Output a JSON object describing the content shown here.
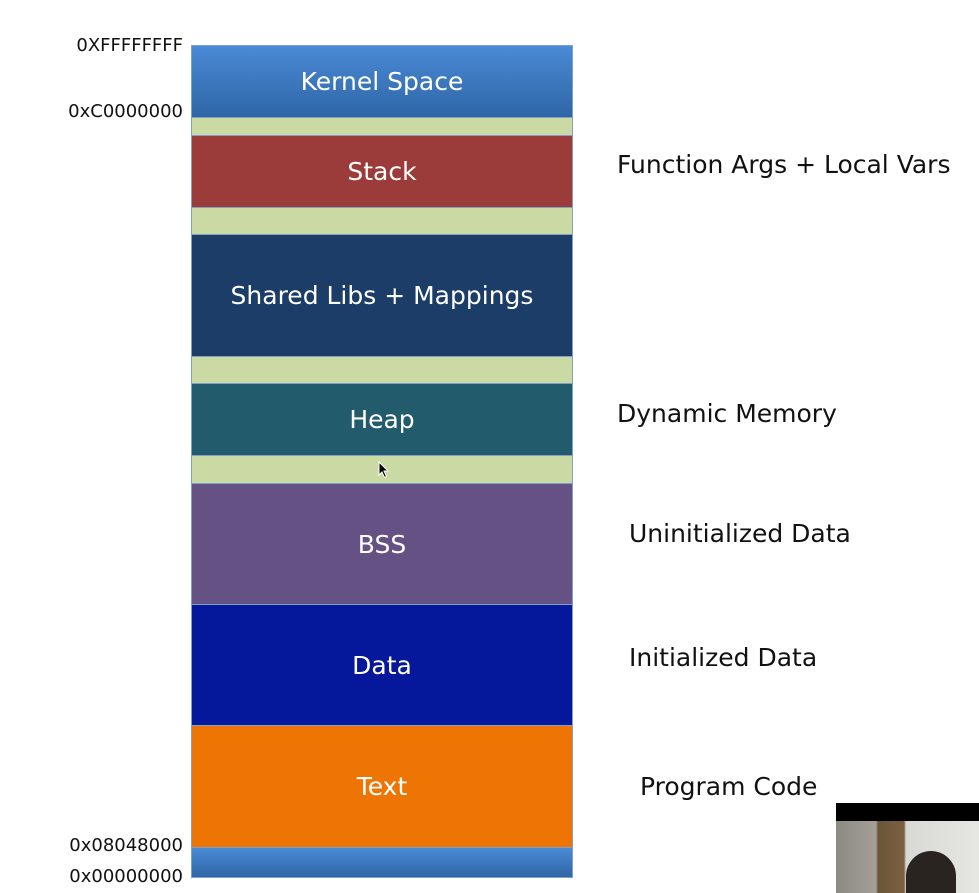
{
  "segments": [
    {
      "label": "Kernel Space",
      "color": "#3f7cc4"
    },
    {
      "label": "",
      "color": "#cbd9a4"
    },
    {
      "label": "Stack",
      "color": "#9c3c3a"
    },
    {
      "label": "",
      "color": "#cbd9a4"
    },
    {
      "label": "Shared Libs + Mappings",
      "color": "#1b3d68"
    },
    {
      "label": "",
      "color": "#cbd9a4"
    },
    {
      "label": "Heap",
      "color": "#215b6c"
    },
    {
      "label": "",
      "color": "#cbd9a4"
    },
    {
      "label": "BSS",
      "color": "#655183"
    },
    {
      "label": "Data",
      "color": "#05179a"
    },
    {
      "label": "Text",
      "color": "#ee7504"
    },
    {
      "label": "",
      "color": "#3f7cc4"
    }
  ],
  "addresses": {
    "top": "0XFFFFFFFF",
    "kernel_start": "0xC0000000",
    "text_start": "0x08048000",
    "bottom": "0x00000000"
  },
  "notes": {
    "stack": "Function Args + Local Vars",
    "heap": "Dynamic Memory",
    "bss": "Uninitialized Data",
    "data": "Initialized Data",
    "text": "Program Code"
  }
}
